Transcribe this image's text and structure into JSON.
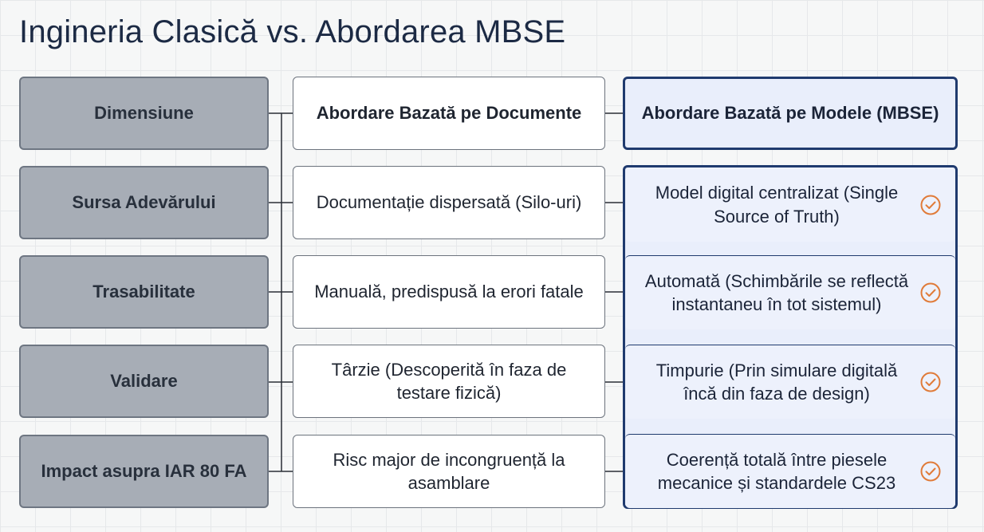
{
  "title": "Ingineria Clasică vs. Abordarea MBSE",
  "header": {
    "dimension": "Dimensiune",
    "document_based": "Abordare Bazată pe Documente",
    "model_based": "Abordare Bazată pe Modele (MBSE)"
  },
  "rows": [
    {
      "dimension": "Sursa Adevărului",
      "document_based": "Documentație dispersată (Silo-uri)",
      "model_based": "Model digital centralizat (Single Source of Truth)"
    },
    {
      "dimension": "Trasabilitate",
      "document_based": "Manuală, predispusă la erori fatale",
      "model_based": "Automată (Schimbările se reflectă instantaneu în tot sistemul)"
    },
    {
      "dimension": "Validare",
      "document_based": "Târzie (Descoperită în faza de testare fizică)",
      "model_based": "Timpurie (Prin simulare digitală încă din faza de design)"
    },
    {
      "dimension": "Impact asupra IAR 80 FA",
      "document_based": "Risc major de incongruență la asamblare",
      "model_based": "Coerență totală între piesele mecanice și standardele CS23"
    }
  ],
  "icons": {
    "model_row_marker": "check-circle-icon"
  },
  "colors": {
    "dimension_fill": "#a7adb6",
    "model_fill": "#e9eefb",
    "model_border": "#1f3a6e",
    "check_accent": "#e07b39"
  }
}
